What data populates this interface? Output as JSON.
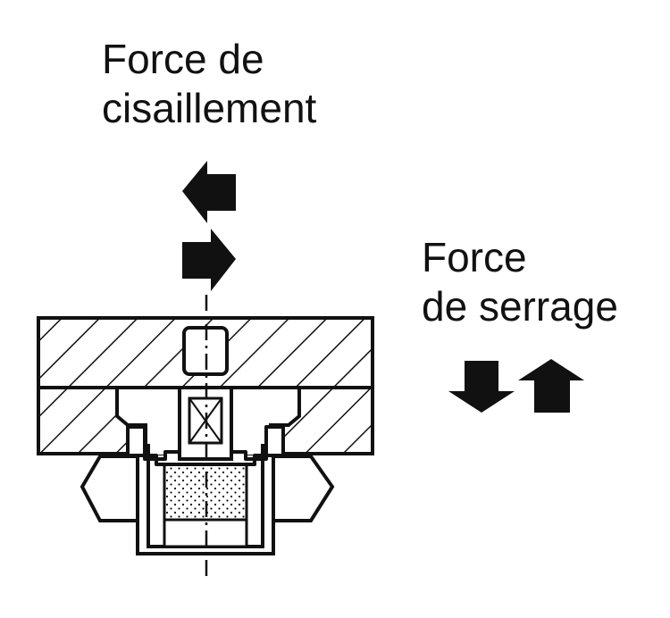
{
  "labels": {
    "shear_force_line1": "Force de",
    "shear_force_line2": "cisaillement",
    "clamping_force_line1": "Force",
    "clamping_force_line2": "de serrage"
  },
  "colors": {
    "ink": "#111111",
    "background": "#ffffff"
  },
  "icons": {
    "shear_left": "arrow-left-icon",
    "shear_right": "arrow-right-icon",
    "clamp_down": "arrow-down-icon",
    "clamp_up": "arrow-up-icon"
  }
}
